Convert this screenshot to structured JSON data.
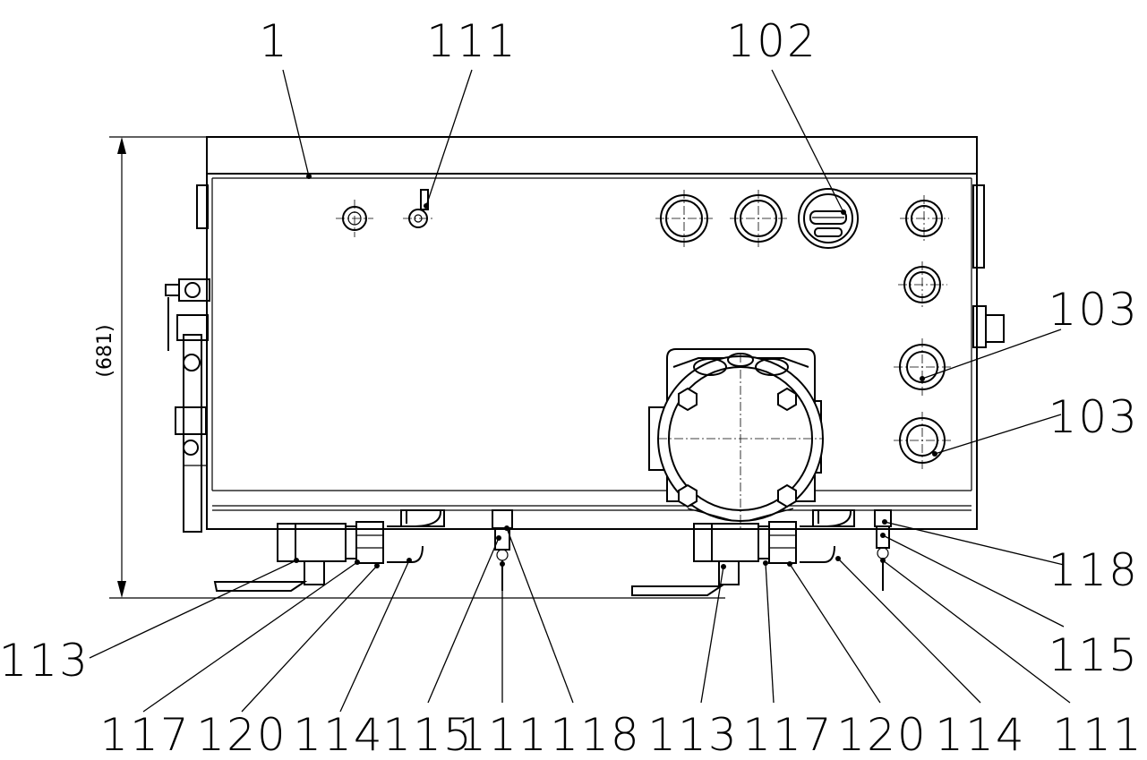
{
  "dimension_label": "(681)",
  "callouts": {
    "c1": "1",
    "c111_top": "111",
    "c102": "102",
    "c103_a": "103",
    "c103_b": "103",
    "c118_right": "118",
    "c115_right": "115",
    "c113_left": "113",
    "b117_a": "117",
    "b120_a": "120",
    "b114_a": "114",
    "b115_a": "115",
    "b111_a": "111",
    "b118_a": "118",
    "b113_b": "113",
    "b117_b": "117",
    "b120_b": "120",
    "b114_b": "114",
    "b111_b": "111"
  }
}
